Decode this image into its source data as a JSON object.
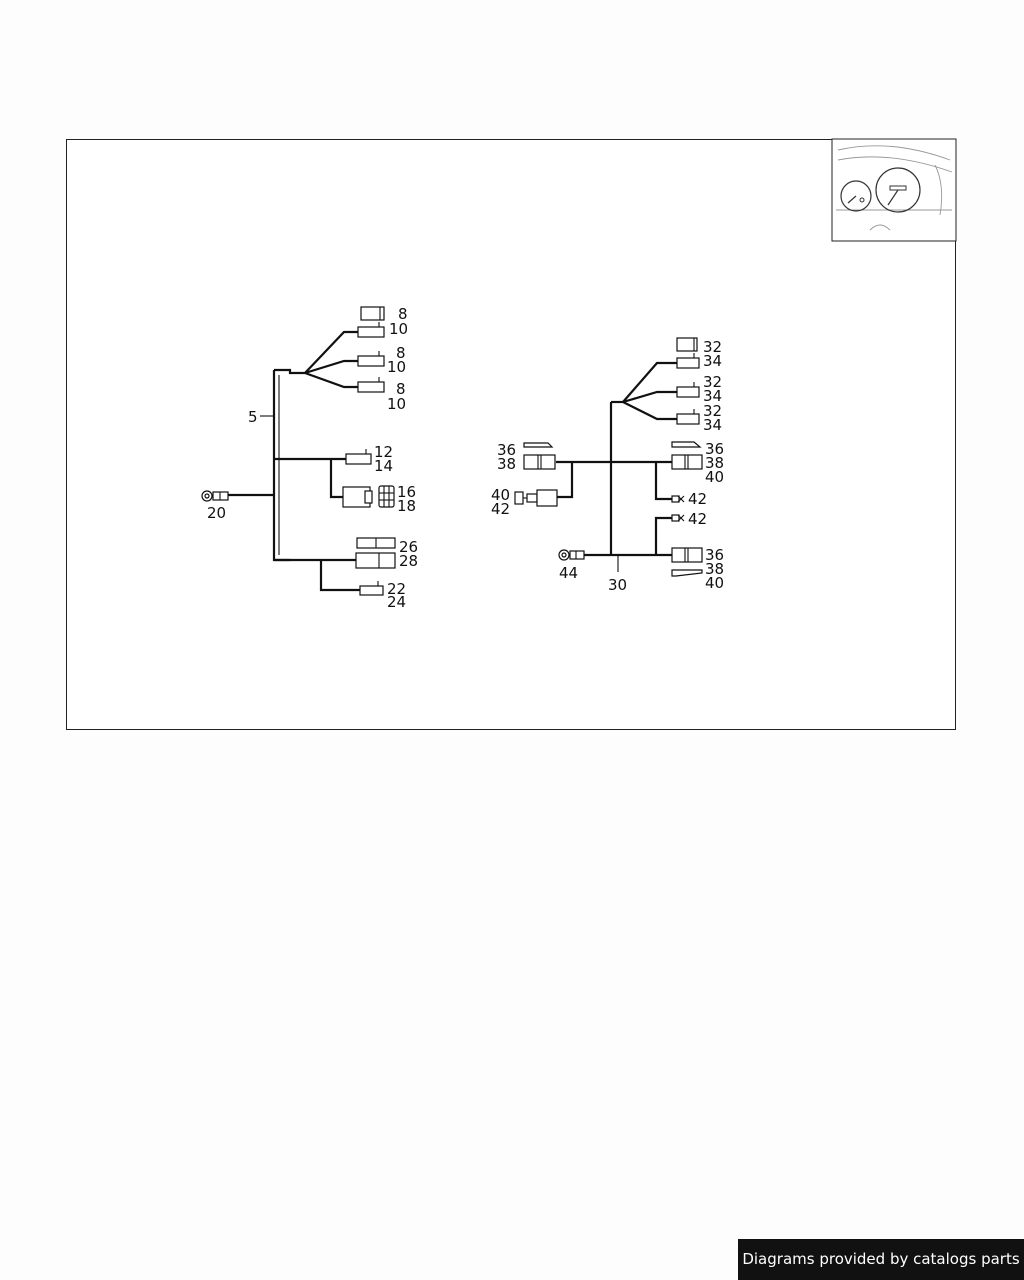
{
  "credit": "Diagrams provided by catalogs parts",
  "callouts": {
    "c5": "5",
    "c8": "8",
    "c10": "10",
    "c12": "12",
    "c14": "14",
    "c16": "16",
    "c18": "18",
    "c20": "20",
    "c22": "22",
    "c24": "24",
    "c26": "26",
    "c28": "28",
    "c30": "30",
    "c32": "32",
    "c34": "34",
    "c36": "36",
    "c38": "38",
    "c40": "40",
    "c42": "42",
    "c44": "44"
  }
}
